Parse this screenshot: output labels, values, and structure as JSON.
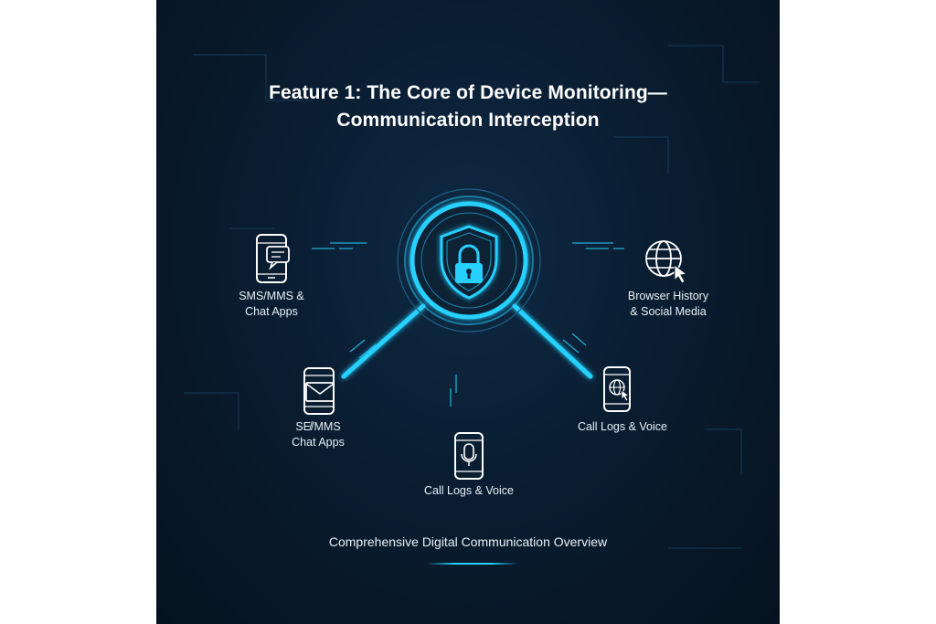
{
  "title": {
    "line1": "Feature 1: The Core of Device Monitoring—",
    "line2": "Communication Interception"
  },
  "nodes": {
    "top_left": {
      "line1": "SMS/MMS &",
      "line2": "Chat Apps",
      "icon": "phone-chat-icon"
    },
    "top_right": {
      "line1": "Browser History",
      "line2": "& Social Media",
      "icon": "globe-cursor-icon"
    },
    "bottom_left": {
      "line1": "SE̸/MMS",
      "line2": "Chat Apps",
      "icon": "phone-mail-icon"
    },
    "bottom_center": {
      "line1": "Call Logs & Voice",
      "icon": "phone-microphone-icon"
    },
    "bottom_right": {
      "line1": "Call Logs & Voice",
      "icon": "phone-globe-icon"
    }
  },
  "center": {
    "icon": "shield-lock-icon"
  },
  "footer": {
    "caption": "Comprehensive Digital Communication Overview"
  },
  "colors": {
    "background": "#0a1d31",
    "accent": "#25d0ff",
    "text": "#ffffff"
  }
}
